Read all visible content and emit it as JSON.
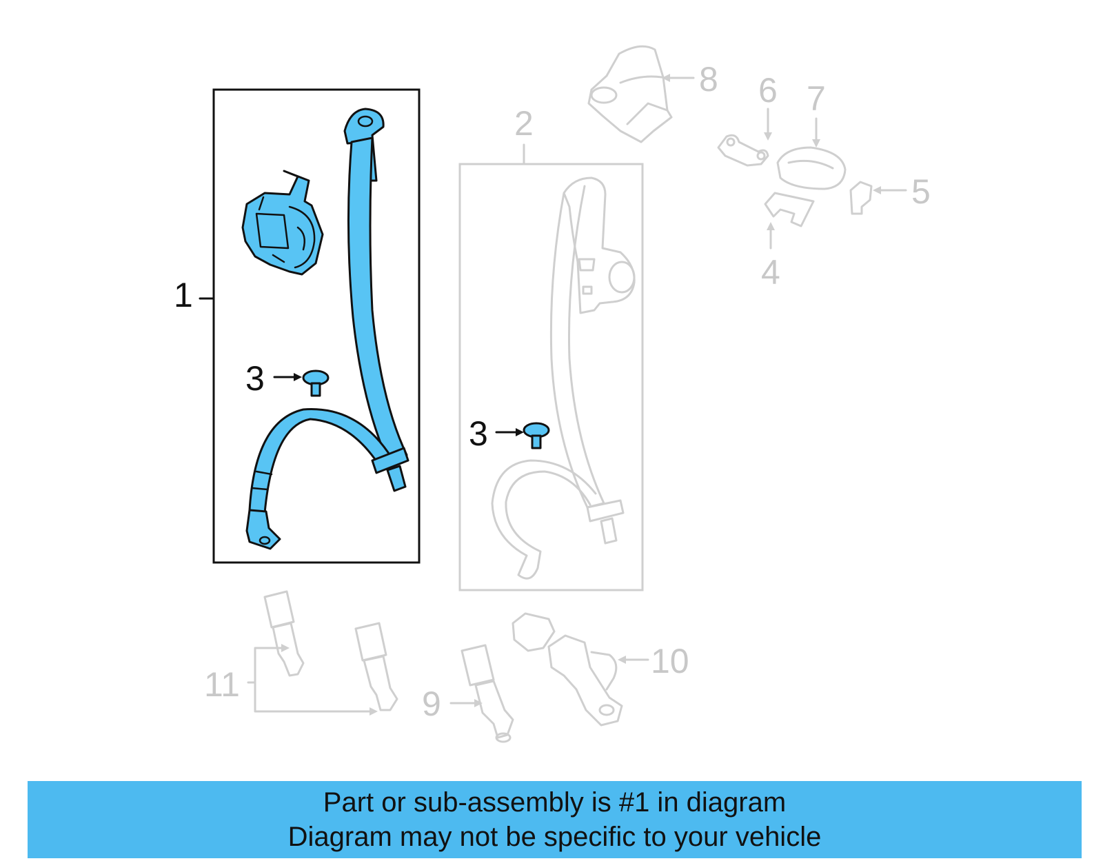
{
  "callouts": {
    "c1": "1",
    "c2": "2",
    "c3a": "3",
    "c3b": "3",
    "c4": "4",
    "c5": "5",
    "c6": "6",
    "c7": "7",
    "c8": "8",
    "c9": "9",
    "c10": "10",
    "c11": "11"
  },
  "banner": {
    "line1": "Part or sub-assembly is #1 in diagram",
    "line2": "Diagram may not be specific to your vehicle"
  },
  "colors": {
    "highlight": "#58c4f4",
    "banner": "#4dbaf0",
    "ghost_parts": "#cfcfcf"
  }
}
